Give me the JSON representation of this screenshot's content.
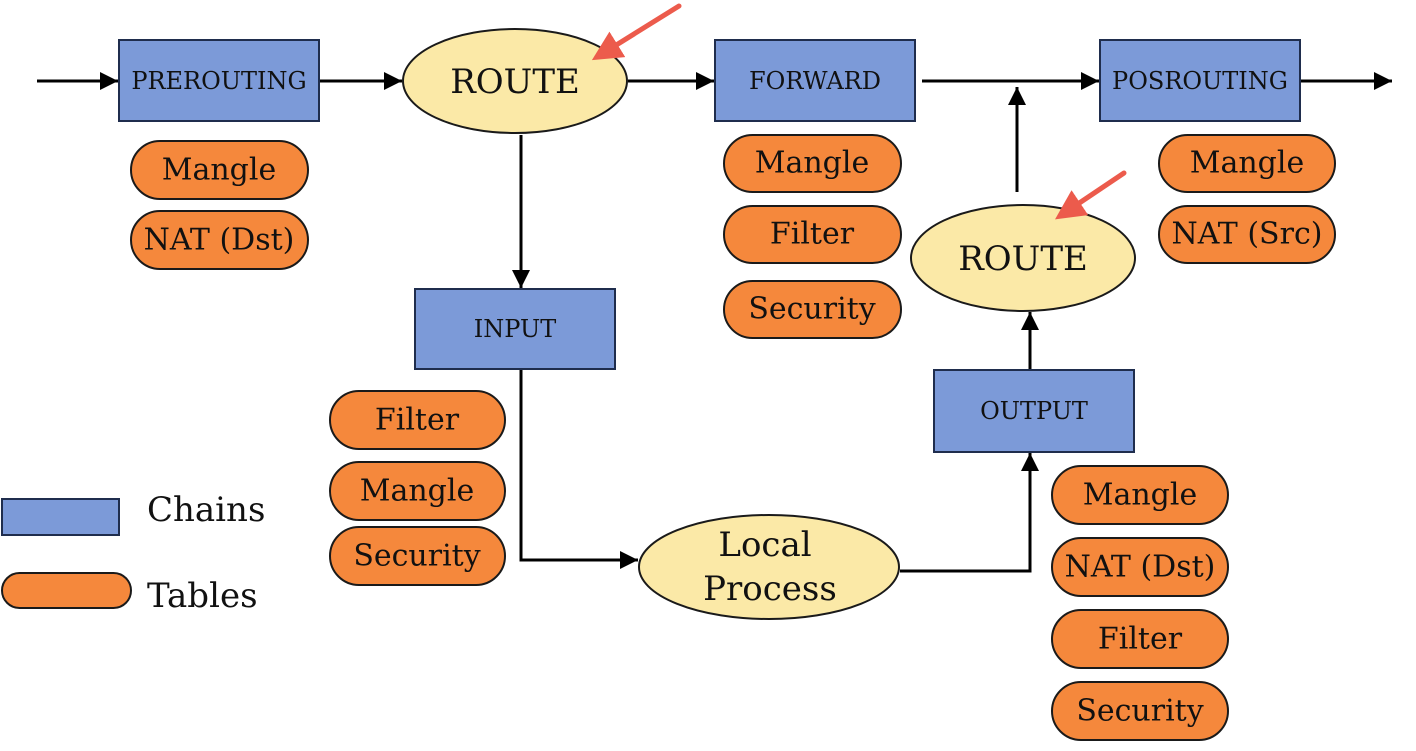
{
  "chains": {
    "prerouting": "PREROUTING",
    "forward": "FORWARD",
    "posrouting": "POSROUTING",
    "input": "INPUT",
    "output": "OUTPUT"
  },
  "nodes": {
    "route_top": "ROUTE",
    "route_right": "ROUTE",
    "local_process_line1": "Local",
    "local_process_line2": "Process"
  },
  "tables": {
    "prerouting": [
      "Mangle",
      "NAT (Dst)"
    ],
    "forward": [
      "Mangle",
      "Filter",
      "Security"
    ],
    "posrouting": [
      "Mangle",
      "NAT (Src)"
    ],
    "input": [
      "Filter",
      "Mangle",
      "Security"
    ],
    "output": [
      "Mangle",
      "NAT (Dst)",
      "Filter",
      "Security"
    ]
  },
  "legend": {
    "chains": "Chains",
    "tables": "Tables"
  },
  "colors": {
    "chain_fill": "#7c9ad8",
    "table_fill": "#f5883c",
    "node_fill": "#fbe9a7",
    "highlight_arrow": "#ec5b4c"
  }
}
